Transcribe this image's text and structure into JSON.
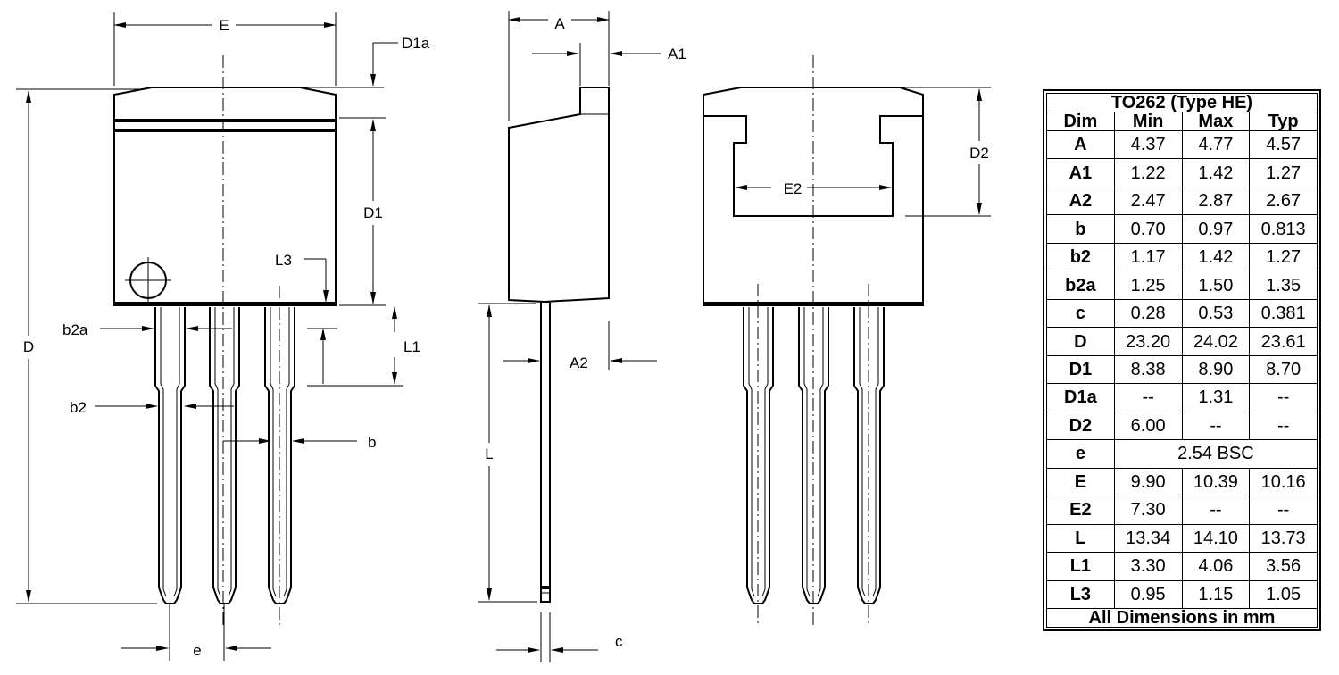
{
  "labels": {
    "E": "E",
    "D1a": "D1a",
    "D1": "D1",
    "D": "D",
    "L3": "L3",
    "b2a": "b2a",
    "L1": "L1",
    "b2": "b2",
    "b": "b",
    "e": "e",
    "A": "A",
    "A1": "A1",
    "A2": "A2",
    "L": "L",
    "c": "c",
    "D2": "D2",
    "E2": "E2"
  },
  "table": {
    "title": "TO262 (Type HE)",
    "headers": [
      "Dim",
      "Min",
      "Max",
      "Typ"
    ],
    "rows": [
      [
        "A",
        "4.37",
        "4.77",
        "4.57"
      ],
      [
        "A1",
        "1.22",
        "1.42",
        "1.27"
      ],
      [
        "A2",
        "2.47",
        "2.87",
        "2.67"
      ],
      [
        "b",
        "0.70",
        "0.97",
        "0.813"
      ],
      [
        "b2",
        "1.17",
        "1.42",
        "1.27"
      ],
      [
        "b2a",
        "1.25",
        "1.50",
        "1.35"
      ],
      [
        "c",
        "0.28",
        "0.53",
        "0.381"
      ],
      [
        "D",
        "23.20",
        "24.02",
        "23.61"
      ],
      [
        "D1",
        "8.38",
        "8.90",
        "8.70"
      ],
      [
        "D1a",
        "--",
        "1.31",
        "--"
      ],
      [
        "D2",
        "6.00",
        "--",
        "--"
      ],
      [
        "e",
        "2.54 BSC"
      ],
      [
        "E",
        "9.90",
        "10.39",
        "10.16"
      ],
      [
        "E2",
        "7.30",
        "--",
        "--"
      ],
      [
        "L",
        "13.34",
        "14.10",
        "13.73"
      ],
      [
        "L1",
        "3.30",
        "4.06",
        "3.56"
      ],
      [
        "L3",
        "0.95",
        "1.15",
        "1.05"
      ]
    ],
    "footer": "All Dimensions in mm"
  }
}
